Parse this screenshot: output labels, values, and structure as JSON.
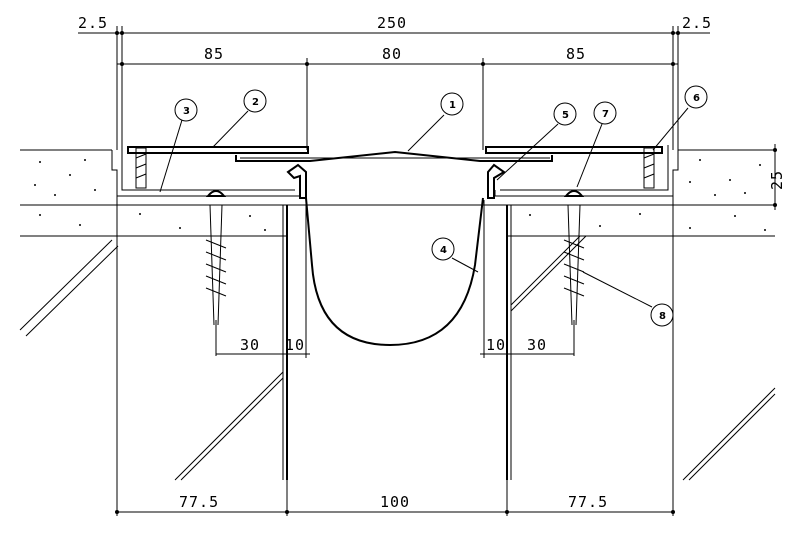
{
  "dimensions": {
    "top": {
      "left_edge": "2.5",
      "overall": "250",
      "right_edge": "2.5",
      "left_segment": "85",
      "center_segment": "80",
      "right_segment": "85"
    },
    "side": {
      "height": "25"
    },
    "middle": {
      "left_anchor_offset": "30",
      "left_gap": "10",
      "right_gap": "10",
      "right_anchor_offset": "30"
    },
    "bottom": {
      "left": "77.5",
      "center": "100",
      "right": "77.5"
    }
  },
  "callouts": [
    "1",
    "2",
    "3",
    "4",
    "5",
    "6",
    "7",
    "8"
  ]
}
